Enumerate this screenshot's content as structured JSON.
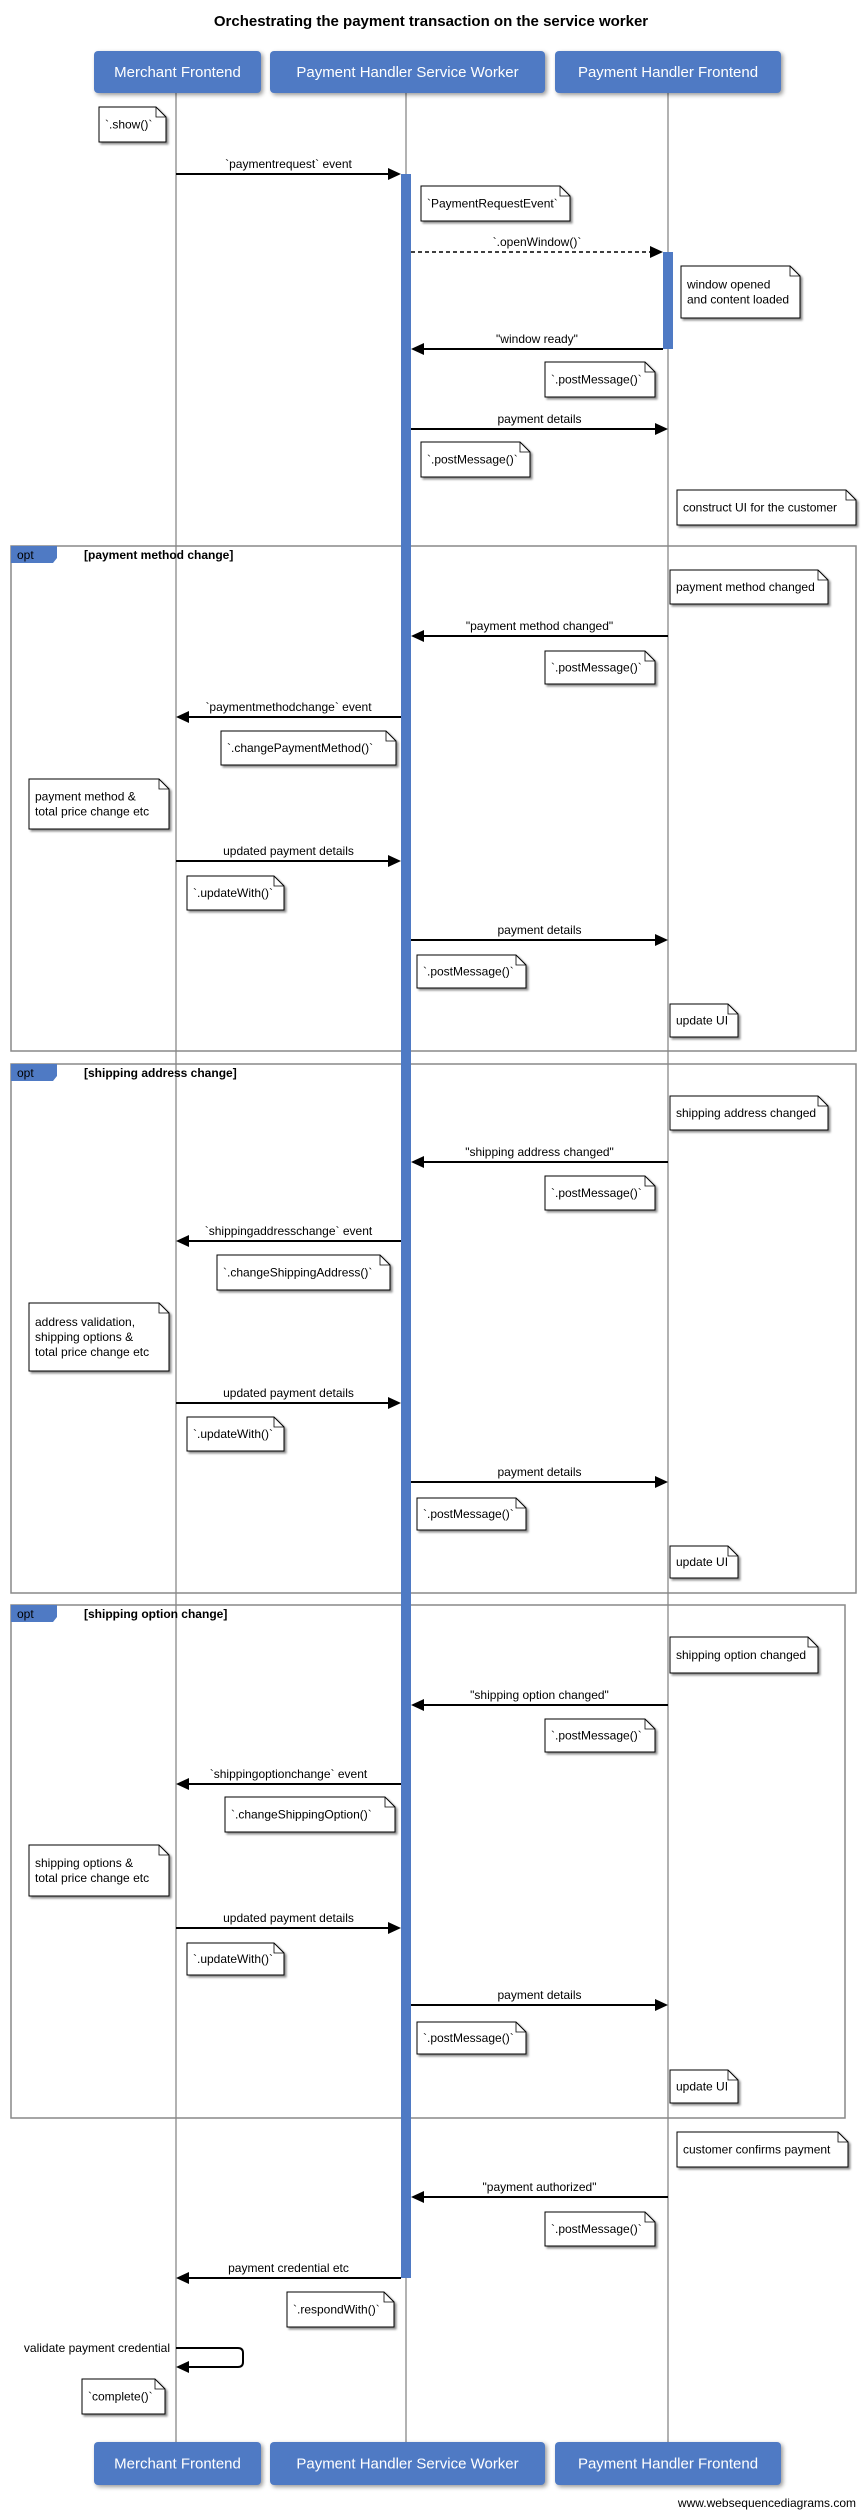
{
  "title": "Orchestrating the payment transaction on the service worker",
  "participants": [
    "Merchant Frontend",
    "Payment Handler Service Worker",
    "Payment Handler Frontend"
  ],
  "messages": [
    {
      "label": "`paymentrequest` event",
      "from": 0,
      "to": 1,
      "style": "solid"
    },
    {
      "label": "`.openWindow()`",
      "from": 1,
      "to": 2,
      "style": "dashed"
    },
    {
      "label": "\"window ready\"",
      "from": 2,
      "to": 1,
      "style": "solid"
    },
    {
      "label": "payment details",
      "from": 1,
      "to": 2,
      "style": "solid"
    },
    {
      "label": "\"payment method changed\"",
      "from": 2,
      "to": 1,
      "style": "solid"
    },
    {
      "label": "`paymentmethodchange` event",
      "from": 1,
      "to": 0,
      "style": "solid"
    },
    {
      "label": "updated payment details",
      "from": 0,
      "to": 1,
      "style": "solid"
    },
    {
      "label": "payment details",
      "from": 1,
      "to": 2,
      "style": "solid"
    },
    {
      "label": "\"shipping address changed\"",
      "from": 2,
      "to": 1,
      "style": "solid"
    },
    {
      "label": "`shippingaddresschange` event",
      "from": 1,
      "to": 0,
      "style": "solid"
    },
    {
      "label": "updated payment details",
      "from": 0,
      "to": 1,
      "style": "solid"
    },
    {
      "label": "payment details",
      "from": 1,
      "to": 2,
      "style": "solid"
    },
    {
      "label": "\"shipping option changed\"",
      "from": 2,
      "to": 1,
      "style": "solid"
    },
    {
      "label": "`shippingoptionchange` event",
      "from": 1,
      "to": 0,
      "style": "solid"
    },
    {
      "label": "updated payment details",
      "from": 0,
      "to": 1,
      "style": "solid"
    },
    {
      "label": "payment details",
      "from": 1,
      "to": 2,
      "style": "solid"
    },
    {
      "label": "\"payment authorized\"",
      "from": 2,
      "to": 1,
      "style": "solid"
    },
    {
      "label": "payment credential etc",
      "from": 1,
      "to": 0,
      "style": "solid"
    },
    {
      "label": "validate payment credential",
      "from": 0,
      "to": 0,
      "style": "solid"
    }
  ],
  "notes": [
    [
      "`.show()`"
    ],
    [
      "`PaymentRequestEvent`"
    ],
    [
      "window opened",
      "and content loaded"
    ],
    [
      "`.postMessage()`"
    ],
    [
      "`.postMessage()`"
    ],
    [
      "construct UI for the customer"
    ],
    [
      "payment method changed"
    ],
    [
      "`.postMessage()`"
    ],
    [
      "`.changePaymentMethod()`"
    ],
    [
      "payment method &",
      "total price change etc"
    ],
    [
      "`.updateWith()`"
    ],
    [
      "`.postMessage()`"
    ],
    [
      "update UI"
    ],
    [
      "shipping address changed"
    ],
    [
      "`.postMessage()`"
    ],
    [
      "`.changeShippingAddress()`"
    ],
    [
      "address validation,",
      "shipping options &",
      "total price change etc"
    ],
    [
      "`.updateWith()`"
    ],
    [
      "`.postMessage()`"
    ],
    [
      "update UI"
    ],
    [
      "shipping option changed"
    ],
    [
      "`.postMessage()`"
    ],
    [
      "`.changeShippingOption()`"
    ],
    [
      "shipping options &",
      "total price change etc"
    ],
    [
      "`.updateWith()`"
    ],
    [
      "`.postMessage()`"
    ],
    [
      "update UI"
    ],
    [
      "customer confirms payment"
    ],
    [
      "`.postMessage()`"
    ],
    [
      "`.respondWith()`"
    ],
    [
      "`complete()`"
    ]
  ],
  "frames": [
    {
      "operator": "opt",
      "condition": "[payment method change]"
    },
    {
      "operator": "opt",
      "condition": "[shipping address change]"
    },
    {
      "operator": "opt",
      "condition": "[shipping option change]"
    }
  ],
  "watermark": "www.websequencediagrams.com",
  "colors": {
    "participant": "#4f7ac4",
    "activation": "#4f7ac4",
    "frame": "#888888",
    "line": "#000000"
  }
}
